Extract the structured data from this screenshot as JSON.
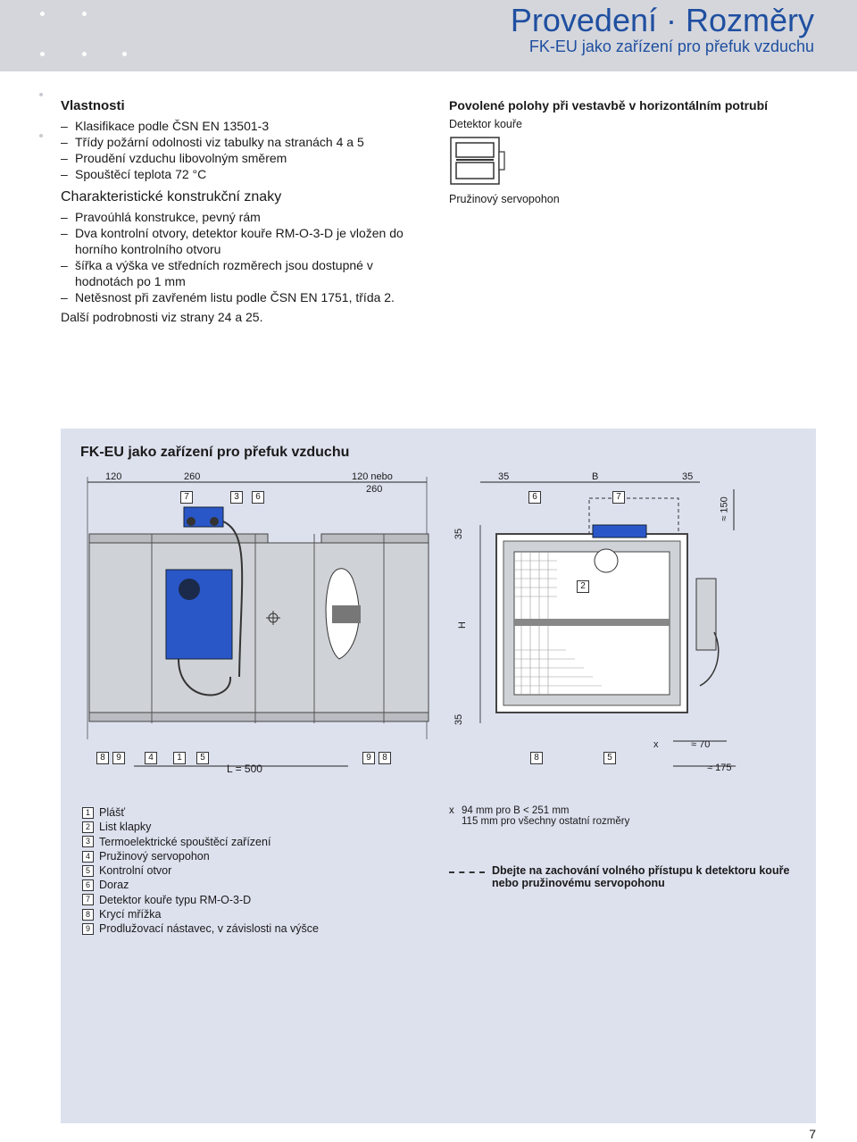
{
  "header": {
    "title": "Provedení · Rozměry",
    "subtitle": "FK-EU jako zařízení pro přefuk vzduchu"
  },
  "vlastnosti": {
    "heading": "Vlastnosti",
    "items": [
      "Klasifikace podle ČSN EN 13501-3",
      "Třídy požární odolnosti viz tabulky na stranách 4 a 5",
      "Proudění vzduchu libovolným směrem",
      "Spouštěcí teplota 72 °C"
    ]
  },
  "konstrukce": {
    "heading": "Charakteristické konstrukční znaky",
    "items": [
      "Pravoúhlá konstrukce, pevný rám",
      "Dva kontrolní otvory, detektor kouře RM-O-3-D je vložen do horního kontrolního otvoru",
      "šířka a výška ve středních rozměrech jsou dostupné v hodnotách po 1 mm",
      "Netěsnost při zavřeném listu podle ČSN EN 1751, třída 2."
    ],
    "more": "Další podrobnosti viz strany 24 a 25."
  },
  "polohy": {
    "heading": "Povolené polohy při vestavbě v horizontálním potrubí",
    "detector_label": "Detektor kouře",
    "actuator_label": "Pružinový servopohon"
  },
  "panel": {
    "title": "FK-EU jako zařízení pro přefuk vzduchu",
    "dims_side": {
      "d120": "120",
      "d260": "260",
      "d120nebo": "120 nebo",
      "d260b": "260",
      "length": "L = 500"
    },
    "dims_front": {
      "d35a": "35",
      "b": "B",
      "d35b": "35",
      "d150": "≈ 150",
      "d35c": "35",
      "h": "H",
      "d35d": "35",
      "x": "x",
      "d70": "≈ 70",
      "d175": "≈ 175"
    },
    "callouts_top_side": [
      "7",
      "3",
      "6"
    ],
    "callouts_bottom_side": [
      "8",
      "9",
      "4",
      "1",
      "5"
    ],
    "callouts_bottom_side_right": [
      "9",
      "8"
    ],
    "callouts_top_front": [
      "6",
      "7"
    ],
    "callout_mid_front": "2",
    "callouts_bottom_front": [
      "8",
      "5"
    ]
  },
  "legend": [
    {
      "num": "1",
      "label": "Plášť"
    },
    {
      "num": "2",
      "label": "List klapky"
    },
    {
      "num": "3",
      "label": "Termoelektrické spouštěcí zařízení"
    },
    {
      "num": "4",
      "label": "Pružinový servopohon"
    },
    {
      "num": "5",
      "label": "Kontrolní otvor"
    },
    {
      "num": "6",
      "label": "Doraz"
    },
    {
      "num": "7",
      "label": "Detektor kouře typu RM-O-3-D"
    },
    {
      "num": "8",
      "label": "Krycí mřížka"
    },
    {
      "num": "9",
      "label": "Prodlužovací nástavec, v závislosti na výšce"
    }
  ],
  "notes": {
    "x_key": "x",
    "x_line1": "94 mm pro B < 251 mm",
    "x_line2": "115 mm pro všechny ostatní rozměry",
    "dashed_note": "Dbejte na zachování volného přístupu k detektoru kouře nebo pružinovému servopohonu"
  },
  "page_number": "7",
  "colors": {
    "title_blue": "#1f4fa0",
    "header_bg": "#d4d6dc",
    "panel_bg": "#dde1ee",
    "actuator_blue": "#2a57c8"
  }
}
